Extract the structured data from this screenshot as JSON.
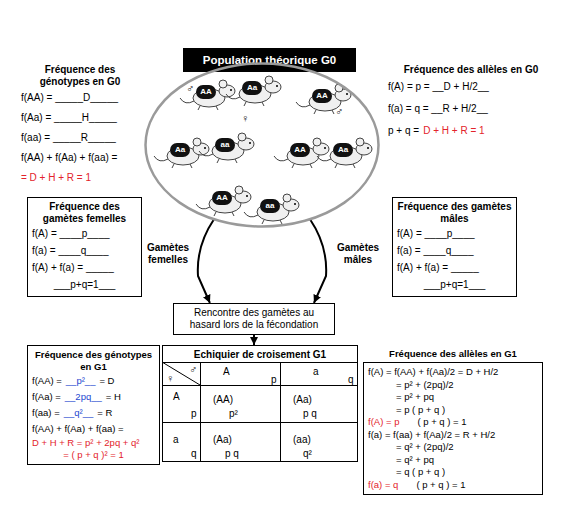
{
  "diagram": {
    "nodes": [
      {
        "text": [
          "Population théorique G0"
        ]
      },
      {
        "text": [
          "AA",
          "Aa",
          "AA",
          "Aa",
          "aa",
          "AA",
          "Aa",
          "AA",
          "aa",
          "♂",
          "♂",
          "♀"
        ]
      },
      {
        "text": [
          "Fréquence des génotypes en G0",
          "f(AA) = _____D_____",
          "f(Aa) = _____H_____",
          "f(aa) = _____R_____",
          "f(AA) + f(Aa) + f(aa) =",
          "= D + H + R = 1"
        ]
      },
      {
        "text": [
          "Fréquence des allèles en G0",
          "f(A) = p = __D + H/2__",
          "f(a) = q = __R + H/2__",
          "p + q =",
          "D + H + R = 1"
        ]
      },
      {
        "text": [
          "Fréquence des gamètes femelles",
          "f(A) = ____p____",
          "f(a) = ____q____",
          "f(A) + f(a) = _____",
          "___p+q=1___"
        ]
      },
      {
        "text": [
          "Fréquence des gamètes mâles",
          "f(A) = ____p____",
          "f(a) = ____q____",
          "f(A) + f(a) = _____",
          "___p+q=1___"
        ]
      },
      {
        "text": [
          "Rencontre des gamètes au hasard lors de la fécondation"
        ]
      },
      {
        "text": [
          "Fréquence des génotypes en G1",
          "f(AA) =",
          "__p²__",
          "= D",
          "f(Aa) =",
          "__2pq__",
          "= H",
          "f(aa) =",
          "__q²__",
          "= R",
          "f(AA) + f(Aa) + f(aa) =",
          "D + H + R = p² + 2pq + q²",
          "= ( p + q )² = 1"
        ]
      },
      {
        "text": [
          "Echiquier de croisement G1",
          "♀",
          "♂",
          "A",
          "p",
          "a",
          "q",
          "A",
          "p",
          "(AA)",
          "p²",
          "(Aa)",
          "p q",
          "a",
          "q",
          "(Aa)",
          "p q",
          "(aa)",
          "q²"
        ]
      },
      {
        "text": [
          "Fréquence des allèles en G1",
          "f(A) = f(AA) + f(Aa)/2 = D + H/2",
          "= p² + (2pq)/2",
          "= p² + pq",
          "= p ( p + q )",
          "f(A) = p",
          "( p + q ) = 1",
          "f(a) = f(aa) + f(Aa)/2 = R + H/2",
          "= q² + (2pq)/2",
          "= q² + pq",
          "= q ( p + q )",
          "f(a) = q",
          "( p + q ) = 1"
        ]
      }
    ],
    "edges": [
      {
        "from": 1,
        "to": 6,
        "label": "Gamètes femelles",
        "arrow": "to"
      },
      {
        "from": 1,
        "to": 6,
        "label": "Gamètes mâles",
        "arrow": "to"
      },
      {
        "from": 6,
        "to": 8,
        "arrow": "to"
      }
    ]
  }
}
